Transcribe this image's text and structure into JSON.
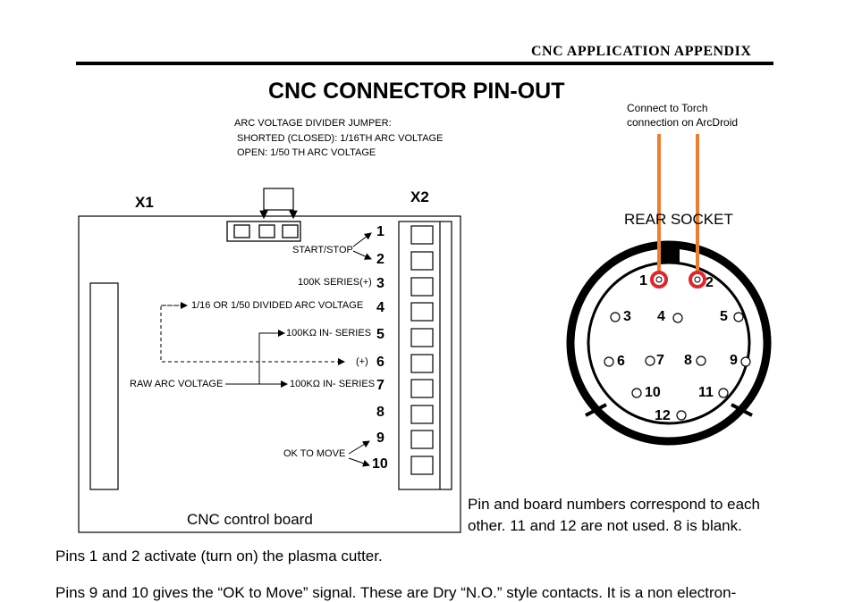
{
  "header": {
    "title": "CNC APPLICATION APPENDIX"
  },
  "title": "CNC CONNECTOR PIN-OUT",
  "jumper_note": {
    "line1": "ARC VOLTAGE DIVIDER JUMPER:",
    "line2": "SHORTED (CLOSED): 1/16TH ARC VOLTAGE",
    "line3": "OPEN: 1/50 TH ARC VOLTAGE"
  },
  "board": {
    "x1_label": "X1",
    "x2_label": "X2",
    "name": "CNC control board",
    "signals": {
      "start_stop": "START/STOP",
      "series_plus": "100K SERIES(+)",
      "divided": "1/16 OR 1/50 DIVIDED ARC VOLTAGE",
      "in_series_5": "100KΩ IN- SERIES",
      "plus_6": "(+)",
      "raw": "RAW ARC VOLTAGE",
      "in_series_7": "100KΩ IN- SERIES",
      "ok_to_move": "OK TO MOVE"
    },
    "pins": [
      "1",
      "2",
      "3",
      "4",
      "5",
      "6",
      "7",
      "8",
      "9",
      "10"
    ]
  },
  "socket": {
    "torch_note_line1": "Connect to Torch",
    "torch_note_line2": "connection on ArcDroid",
    "label": "REAR SOCKET",
    "pins": [
      "1",
      "2",
      "3",
      "4",
      "5",
      "6",
      "7",
      "8",
      "9",
      "10",
      "11",
      "12"
    ]
  },
  "correspond_note": {
    "line1": "Pin and board numbers correspond to each",
    "line2": "other.   11 and 12 are not used. 8 is blank."
  },
  "body": {
    "para1": "Pins 1 and 2  activate (turn on) the plasma cutter.",
    "para2": "Pins 9 and 10  gives the “OK to Move” signal.  These are Dry “N.O.” style contacts. It is a non electron-"
  },
  "colors": {
    "torch_wire": "#ed7d31",
    "torch_ring": "#e0262b"
  }
}
